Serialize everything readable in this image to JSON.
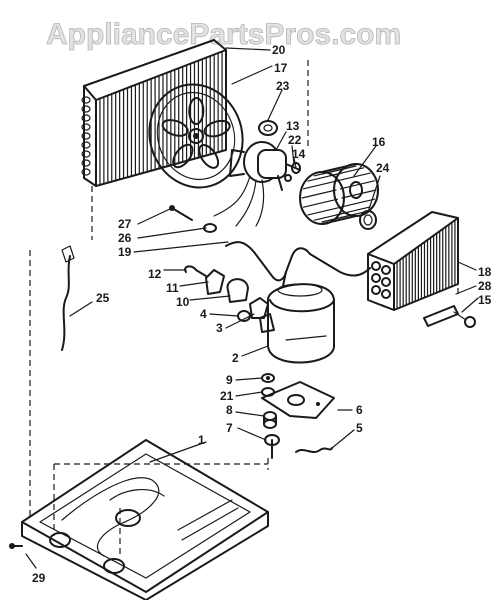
{
  "watermark": "AppliancePartsPros.com",
  "part_numbers": {
    "n1": "1",
    "n2": "2",
    "n3": "3",
    "n4": "4",
    "n5": "5",
    "n6": "6",
    "n7": "7",
    "n8": "8",
    "n9": "9",
    "n10": "10",
    "n11": "11",
    "n12": "12",
    "n13": "13",
    "n14": "14",
    "n15": "15",
    "n16": "16",
    "n17": "17",
    "n18": "18",
    "n19": "19",
    "n20": "20",
    "n21": "21",
    "n22": "22",
    "n23": "23",
    "n24": "24",
    "n25": "25",
    "n26": "26",
    "n27": "27",
    "n28": "28",
    "n29": "29"
  },
  "colors": {
    "ink": "#1a1a1a",
    "background": "#ffffff",
    "watermark": "#b5b5b5"
  }
}
